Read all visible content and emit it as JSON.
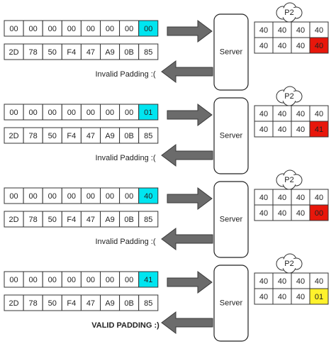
{
  "colors": {
    "highlight": "#00e5f0",
    "error": "#e8170b",
    "valid": "#fff22c",
    "arrow": "#6b6b6b"
  },
  "panels": [
    {
      "iv_row": [
        "00",
        "00",
        "00",
        "00",
        "00",
        "00",
        "00",
        "00"
      ],
      "ct_row": [
        "2D",
        "78",
        "50",
        "F4",
        "47",
        "A9",
        "0B",
        "85"
      ],
      "server_label": "Server",
      "p2_label": "P2",
      "p2_rows": [
        [
          "40",
          "40",
          "40",
          "40"
        ],
        [
          "40",
          "40",
          "40",
          "40"
        ]
      ],
      "p2_status": "error",
      "result": "Invalid Padding :(",
      "result_bold": false
    },
    {
      "iv_row": [
        "00",
        "00",
        "00",
        "00",
        "00",
        "00",
        "00",
        "01"
      ],
      "ct_row": [
        "2D",
        "78",
        "50",
        "F4",
        "47",
        "A9",
        "0B",
        "85"
      ],
      "server_label": "Server",
      "p2_label": "P2",
      "p2_rows": [
        [
          "40",
          "40",
          "40",
          "40"
        ],
        [
          "40",
          "40",
          "40",
          "41"
        ]
      ],
      "p2_status": "error",
      "result": "Invalid Padding :(",
      "result_bold": false
    },
    {
      "iv_row": [
        "00",
        "00",
        "00",
        "00",
        "00",
        "00",
        "00",
        "40"
      ],
      "ct_row": [
        "2D",
        "78",
        "50",
        "F4",
        "47",
        "A9",
        "0B",
        "85"
      ],
      "server_label": "Server",
      "p2_label": "P2",
      "p2_rows": [
        [
          "40",
          "40",
          "40",
          "40"
        ],
        [
          "40",
          "40",
          "40",
          "00"
        ]
      ],
      "p2_status": "error",
      "result": "Invalid Padding :(",
      "result_bold": false
    },
    {
      "iv_row": [
        "00",
        "00",
        "00",
        "00",
        "00",
        "00",
        "00",
        "41"
      ],
      "ct_row": [
        "2D",
        "78",
        "50",
        "F4",
        "47",
        "A9",
        "0B",
        "85"
      ],
      "server_label": "Server",
      "p2_label": "P2",
      "p2_rows": [
        [
          "40",
          "40",
          "40",
          "40"
        ],
        [
          "40",
          "40",
          "40",
          "01"
        ]
      ],
      "p2_status": "valid",
      "result": "VALID PADDING :)",
      "result_bold": true
    }
  ]
}
